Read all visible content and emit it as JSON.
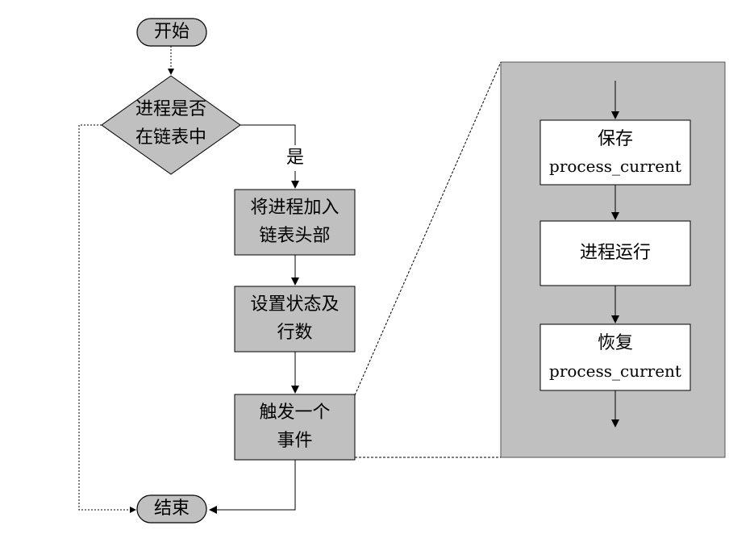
{
  "flow": {
    "start": "开始",
    "decision": {
      "line1": "进程是否",
      "line2": "在链表中"
    },
    "yes_label": "是",
    "step1": {
      "line1": "将进程加入",
      "line2": "链表头部"
    },
    "step2": {
      "line1": "设置状态及",
      "line2": "行数"
    },
    "step3": {
      "line1": "触发一个",
      "line2": "事件"
    },
    "end": "结束"
  },
  "detail": {
    "save": {
      "line1": "保存",
      "line2": "process_current"
    },
    "run": {
      "line1": "进程运行"
    },
    "restore": {
      "line1": "恢复",
      "line2": "process_current"
    }
  }
}
